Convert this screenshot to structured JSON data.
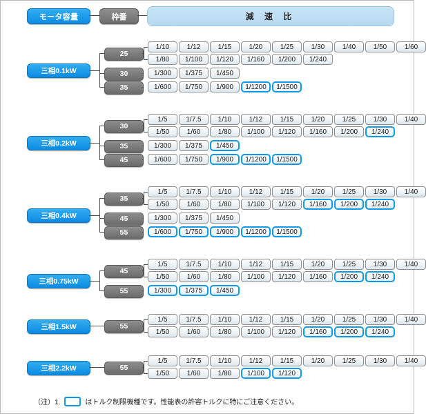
{
  "header": {
    "motor_capacity_label": "モータ容量",
    "frame_no_label": "枠番",
    "ratio_label": "減 速 比"
  },
  "footer": {
    "prefix": "（注）1.",
    "suffix": "はトルク制限機種です。性能表の許容トルクに特にご注意ください。",
    "box_icon": "highlight-box-icon"
  },
  "colors": {
    "accent_blue": "#0d9ae8",
    "capacity_badge": "#0b8ae2",
    "frame_badge": "#6b6b6b",
    "ratio_header": "#b6d9f1",
    "chip_border": "#8e8e8e",
    "line": "#4a4a4a"
  },
  "groups": [
    {
      "capacity": "三相0.1kW",
      "frames": [
        {
          "frame_no": "25",
          "rows": [
            {
              "ratios": [
                {
                  "label": "1/10",
                  "highlight": false
                },
                {
                  "label": "1/12",
                  "highlight": false
                },
                {
                  "label": "1/15",
                  "highlight": false
                },
                {
                  "label": "1/20",
                  "highlight": false
                },
                {
                  "label": "1/25",
                  "highlight": false
                },
                {
                  "label": "1/30",
                  "highlight": false
                },
                {
                  "label": "1/40",
                  "highlight": false
                },
                {
                  "label": "1/50",
                  "highlight": false
                },
                {
                  "label": "1/60",
                  "highlight": false
                }
              ]
            },
            {
              "ratios": [
                {
                  "label": "1/80",
                  "highlight": false
                },
                {
                  "label": "1/100",
                  "highlight": false
                },
                {
                  "label": "1/120",
                  "highlight": false
                },
                {
                  "label": "1/160",
                  "highlight": false
                },
                {
                  "label": "1/200",
                  "highlight": false
                },
                {
                  "label": "1/240",
                  "highlight": false
                }
              ]
            }
          ]
        },
        {
          "frame_no": "30",
          "rows": [
            {
              "ratios": [
                {
                  "label": "1/300",
                  "highlight": false
                },
                {
                  "label": "1/375",
                  "highlight": false
                },
                {
                  "label": "1/450",
                  "highlight": false
                }
              ]
            }
          ]
        },
        {
          "frame_no": "35",
          "rows": [
            {
              "ratios": [
                {
                  "label": "1/600",
                  "highlight": false
                },
                {
                  "label": "1/750",
                  "highlight": false
                },
                {
                  "label": "1/900",
                  "highlight": false
                },
                {
                  "label": "1/1200",
                  "highlight": true
                },
                {
                  "label": "1/1500",
                  "highlight": true
                }
              ]
            }
          ]
        }
      ]
    },
    {
      "capacity": "三相0.2kW",
      "frames": [
        {
          "frame_no": "30",
          "rows": [
            {
              "ratios": [
                {
                  "label": "1/5",
                  "highlight": false
                },
                {
                  "label": "1/7.5",
                  "highlight": false
                },
                {
                  "label": "1/10",
                  "highlight": false
                },
                {
                  "label": "1/12",
                  "highlight": false
                },
                {
                  "label": "1/15",
                  "highlight": false
                },
                {
                  "label": "1/20",
                  "highlight": false
                },
                {
                  "label": "1/25",
                  "highlight": false
                },
                {
                  "label": "1/30",
                  "highlight": false
                },
                {
                  "label": "1/40",
                  "highlight": false
                }
              ]
            },
            {
              "ratios": [
                {
                  "label": "1/50",
                  "highlight": false
                },
                {
                  "label": "1/60",
                  "highlight": false
                },
                {
                  "label": "1/80",
                  "highlight": false
                },
                {
                  "label": "1/100",
                  "highlight": false
                },
                {
                  "label": "1/120",
                  "highlight": false
                },
                {
                  "label": "1/160",
                  "highlight": false
                },
                {
                  "label": "1/200",
                  "highlight": false
                },
                {
                  "label": "1/240",
                  "highlight": true
                }
              ]
            }
          ]
        },
        {
          "frame_no": "35",
          "rows": [
            {
              "ratios": [
                {
                  "label": "1/300",
                  "highlight": false
                },
                {
                  "label": "1/375",
                  "highlight": false
                },
                {
                  "label": "1/450",
                  "highlight": true
                }
              ]
            }
          ]
        },
        {
          "frame_no": "45",
          "rows": [
            {
              "ratios": [
                {
                  "label": "1/600",
                  "highlight": false
                },
                {
                  "label": "1/750",
                  "highlight": false
                },
                {
                  "label": "1/900",
                  "highlight": true
                },
                {
                  "label": "1/1200",
                  "highlight": true
                },
                {
                  "label": "1/1500",
                  "highlight": true
                }
              ]
            }
          ]
        }
      ]
    },
    {
      "capacity": "三相0.4kW",
      "frames": [
        {
          "frame_no": "35",
          "rows": [
            {
              "ratios": [
                {
                  "label": "1/5",
                  "highlight": false
                },
                {
                  "label": "1/7.5",
                  "highlight": false
                },
                {
                  "label": "1/10",
                  "highlight": false
                },
                {
                  "label": "1/12",
                  "highlight": false
                },
                {
                  "label": "1/15",
                  "highlight": false
                },
                {
                  "label": "1/20",
                  "highlight": false
                },
                {
                  "label": "1/25",
                  "highlight": false
                },
                {
                  "label": "1/30",
                  "highlight": false
                },
                {
                  "label": "1/40",
                  "highlight": false
                }
              ]
            },
            {
              "ratios": [
                {
                  "label": "1/50",
                  "highlight": false
                },
                {
                  "label": "1/60",
                  "highlight": false
                },
                {
                  "label": "1/80",
                  "highlight": false
                },
                {
                  "label": "1/100",
                  "highlight": false
                },
                {
                  "label": "1/120",
                  "highlight": false
                },
                {
                  "label": "1/160",
                  "highlight": true
                },
                {
                  "label": "1/200",
                  "highlight": true
                },
                {
                  "label": "1/240",
                  "highlight": true
                }
              ]
            }
          ]
        },
        {
          "frame_no": "45",
          "rows": [
            {
              "ratios": [
                {
                  "label": "1/300",
                  "highlight": false
                },
                {
                  "label": "1/375",
                  "highlight": false
                },
                {
                  "label": "1/450",
                  "highlight": false
                }
              ]
            }
          ]
        },
        {
          "frame_no": "55",
          "rows": [
            {
              "ratios": [
                {
                  "label": "1/600",
                  "highlight": true
                },
                {
                  "label": "1/750",
                  "highlight": true
                },
                {
                  "label": "1/900",
                  "highlight": true
                },
                {
                  "label": "1/1200",
                  "highlight": true
                },
                {
                  "label": "1/1500",
                  "highlight": true
                }
              ]
            }
          ]
        }
      ]
    },
    {
      "capacity": "三相0.75kW",
      "frames": [
        {
          "frame_no": "45",
          "rows": [
            {
              "ratios": [
                {
                  "label": "1/5",
                  "highlight": false
                },
                {
                  "label": "1/7.5",
                  "highlight": false
                },
                {
                  "label": "1/10",
                  "highlight": false
                },
                {
                  "label": "1/12",
                  "highlight": false
                },
                {
                  "label": "1/15",
                  "highlight": false
                },
                {
                  "label": "1/20",
                  "highlight": false
                },
                {
                  "label": "1/25",
                  "highlight": false
                },
                {
                  "label": "1/30",
                  "highlight": false
                },
                {
                  "label": "1/40",
                  "highlight": false
                }
              ]
            },
            {
              "ratios": [
                {
                  "label": "1/50",
                  "highlight": false
                },
                {
                  "label": "1/60",
                  "highlight": false
                },
                {
                  "label": "1/80",
                  "highlight": false
                },
                {
                  "label": "1/100",
                  "highlight": false
                },
                {
                  "label": "1/120",
                  "highlight": false
                },
                {
                  "label": "1/160",
                  "highlight": false
                },
                {
                  "label": "1/200",
                  "highlight": true
                },
                {
                  "label": "1/240",
                  "highlight": true
                }
              ]
            }
          ]
        },
        {
          "frame_no": "55",
          "rows": [
            {
              "ratios": [
                {
                  "label": "1/300",
                  "highlight": true
                },
                {
                  "label": "1/375",
                  "highlight": true
                },
                {
                  "label": "1/450",
                  "highlight": true
                }
              ]
            }
          ]
        }
      ]
    },
    {
      "capacity": "三相1.5kW",
      "frames": [
        {
          "frame_no": "55",
          "rows": [
            {
              "ratios": [
                {
                  "label": "1/5",
                  "highlight": false
                },
                {
                  "label": "1/7.5",
                  "highlight": false
                },
                {
                  "label": "1/10",
                  "highlight": false
                },
                {
                  "label": "1/12",
                  "highlight": false
                },
                {
                  "label": "1/15",
                  "highlight": false
                },
                {
                  "label": "1/20",
                  "highlight": false
                },
                {
                  "label": "1/25",
                  "highlight": false
                },
                {
                  "label": "1/30",
                  "highlight": false
                },
                {
                  "label": "1/40",
                  "highlight": false
                }
              ]
            },
            {
              "ratios": [
                {
                  "label": "1/50",
                  "highlight": false
                },
                {
                  "label": "1/60",
                  "highlight": false
                },
                {
                  "label": "1/80",
                  "highlight": false
                },
                {
                  "label": "1/100",
                  "highlight": false
                },
                {
                  "label": "1/120",
                  "highlight": false
                },
                {
                  "label": "1/160",
                  "highlight": true
                },
                {
                  "label": "1/200",
                  "highlight": true
                },
                {
                  "label": "1/240",
                  "highlight": true
                }
              ]
            }
          ]
        }
      ]
    },
    {
      "capacity": "三相2.2kW",
      "frames": [
        {
          "frame_no": "55",
          "rows": [
            {
              "ratios": [
                {
                  "label": "1/5",
                  "highlight": false
                },
                {
                  "label": "1/7.5",
                  "highlight": false
                },
                {
                  "label": "1/10",
                  "highlight": false
                },
                {
                  "label": "1/12",
                  "highlight": false
                },
                {
                  "label": "1/15",
                  "highlight": false
                },
                {
                  "label": "1/20",
                  "highlight": false
                },
                {
                  "label": "1/25",
                  "highlight": false
                },
                {
                  "label": "1/30",
                  "highlight": false
                },
                {
                  "label": "1/40",
                  "highlight": false
                }
              ]
            },
            {
              "ratios": [
                {
                  "label": "1/50",
                  "highlight": false
                },
                {
                  "label": "1/60",
                  "highlight": false
                },
                {
                  "label": "1/80",
                  "highlight": false
                },
                {
                  "label": "1/100",
                  "highlight": true
                },
                {
                  "label": "1/120",
                  "highlight": true
                }
              ]
            }
          ]
        }
      ]
    }
  ]
}
